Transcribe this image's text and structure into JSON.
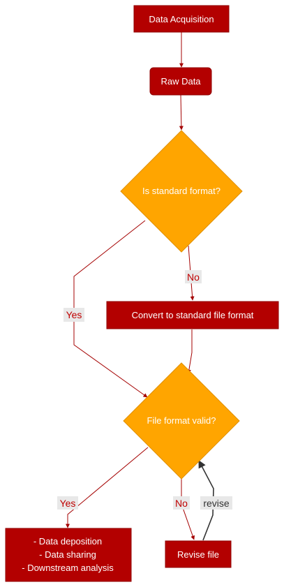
{
  "nodes": {
    "data_acquisition": "Data Acquisition",
    "raw_data": "Raw Data",
    "is_standard_format": "Is standard format?",
    "convert": "Convert to standard file format",
    "file_format_valid": "File format valid?",
    "outputs": [
      "- Data deposition",
      "- Data sharing",
      "- Downstream analysis"
    ],
    "revise_file": "Revise file"
  },
  "edge_labels": {
    "no_convert": "No",
    "yes_skip": "Yes",
    "yes_outputs": "Yes",
    "no_revise": "No",
    "revise_loop": "revise"
  },
  "colors": {
    "process_fill": "#b30000",
    "decision_fill": "#ffa500",
    "edge": "#a40000",
    "loop_edge": "#333333",
    "label_text": "#c00000",
    "label_bg": "#e8e8e8"
  }
}
